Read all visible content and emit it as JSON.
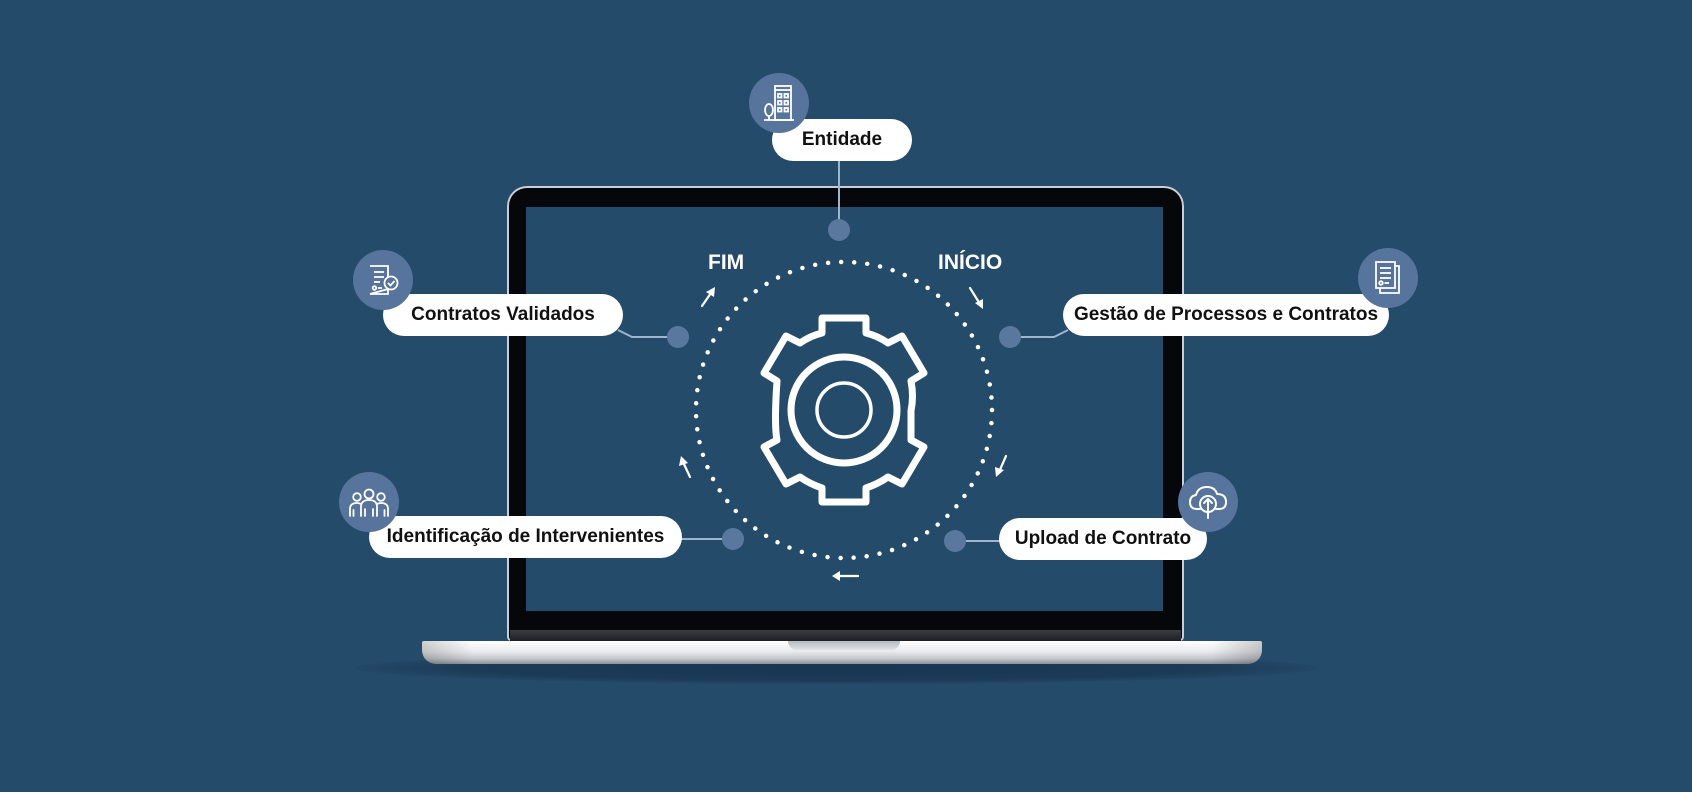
{
  "colors": {
    "background": "#254b6b",
    "node_dot": "#5a789e",
    "icon_circle": "#56749c",
    "pill_bg": "#ffffff",
    "pill_text": "#111111",
    "line": "#9fb4cf",
    "gear": "#ffffff"
  },
  "center": {
    "icon": "gear-icon",
    "start_label": "INÍCIO",
    "end_label": "FIM"
  },
  "steps": [
    {
      "label": "Entidade",
      "icon": "building-icon"
    },
    {
      "label": "Gestão de Processos e Contratos",
      "icon": "documents-icon"
    },
    {
      "label": "Upload de Contrato",
      "icon": "cloud-upload-icon"
    },
    {
      "label": "Identificação de Intervenientes",
      "icon": "people-icon"
    },
    {
      "label": "Contratos Validados",
      "icon": "document-check-icon"
    }
  ]
}
